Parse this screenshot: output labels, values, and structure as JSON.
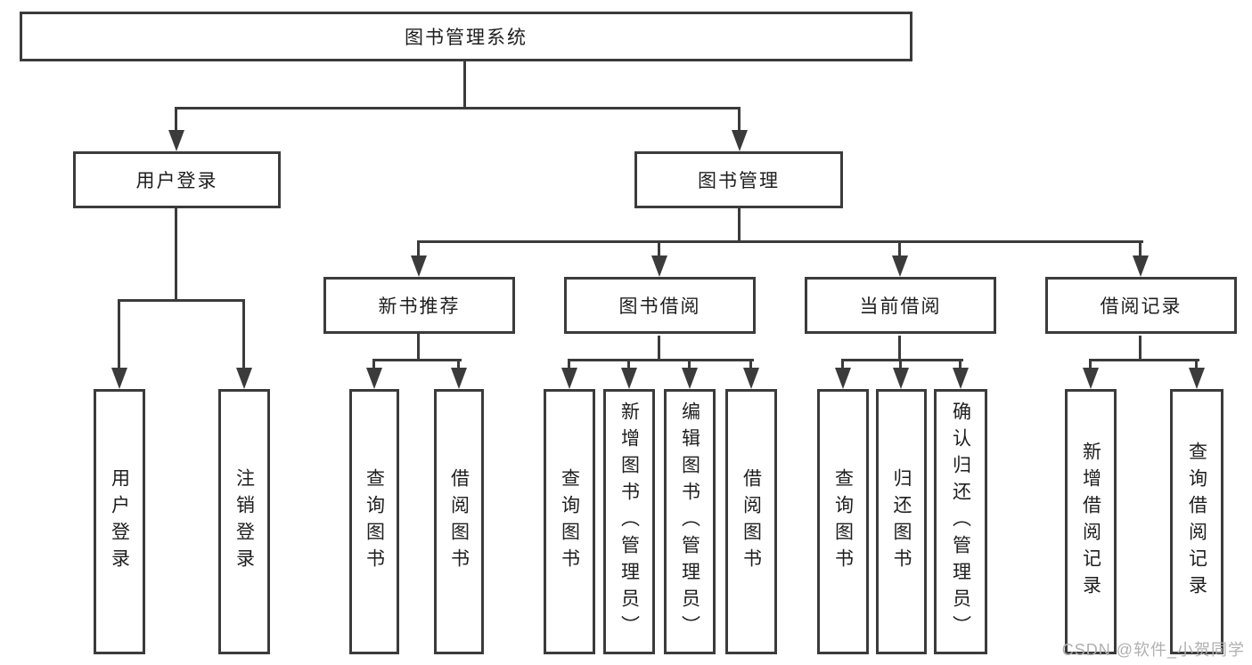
{
  "nodes": {
    "root": {
      "label": "图书管理系统"
    },
    "user_login": {
      "label": "用户登录"
    },
    "book_mgmt": {
      "label": "图书管理"
    },
    "new_book_rec": {
      "label": "新书推荐"
    },
    "book_borrow": {
      "label": "图书借阅"
    },
    "current_borrow": {
      "label": "当前借阅"
    },
    "borrow_records": {
      "label": "借阅记录"
    },
    "ul_user_login": {
      "label": "用户登录"
    },
    "ul_logout": {
      "label": "注销登录"
    },
    "nb_query_books": {
      "label": "查询图书"
    },
    "nb_borrow_books": {
      "label": "借阅图书"
    },
    "bb_query_books": {
      "label": "查询图书"
    },
    "bb_add_books": {
      "label": "新增图书（管理员）"
    },
    "bb_edit_books": {
      "label": "编辑图书（管理员）"
    },
    "bb_borrow_books": {
      "label": "借阅图书"
    },
    "cb_query_books": {
      "label": "查询图书"
    },
    "cb_return_books": {
      "label": "归还图书"
    },
    "cb_confirm_return": {
      "label": "确认归还（管理员）"
    },
    "br_add_record": {
      "label": "新增借阅记录"
    },
    "br_query_record": {
      "label": "查询借阅记录"
    }
  },
  "watermark": {
    "label": "CSDN @软件_小贺同学"
  },
  "appearance": {
    "line_color": "#3b3b3b",
    "text_color": "#1e1e1e",
    "watermark_color": "#b0b0b0",
    "background": "#ffffff"
  }
}
